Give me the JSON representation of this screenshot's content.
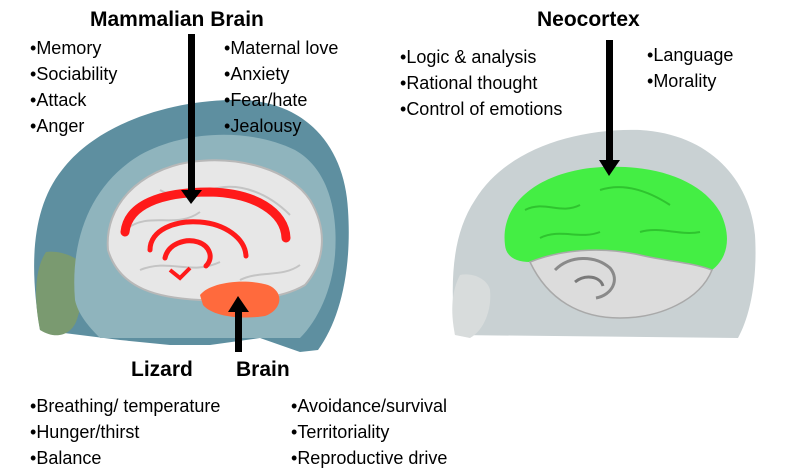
{
  "mammalian": {
    "title": "Mammalian Brain",
    "left_items": [
      "Memory",
      "Sociability",
      "Attack",
      "Anger"
    ],
    "right_items": [
      "Maternal love",
      "Anxiety",
      "Fear/hate",
      "Jealousy"
    ]
  },
  "neocortex": {
    "title": "Neocortex",
    "left_items": [
      "Logic & analysis",
      "Rational thought",
      "Control of emotions"
    ],
    "right_items": [
      "Language",
      "Morality"
    ]
  },
  "lizard": {
    "title_word1": "Lizard",
    "title_word2": "Brain",
    "left_items": [
      "Breathing/ temperature",
      "Hunger/thirst",
      "Balance"
    ],
    "right_items": [
      "Avoidance/survival",
      "Territoriality",
      "Reproductive drive"
    ]
  },
  "colors": {
    "limbic_highlight": "#ff1a1a",
    "brainstem_highlight": "#ff6a3d",
    "cortex_highlight": "#44ee44",
    "arrow": "#000000"
  }
}
